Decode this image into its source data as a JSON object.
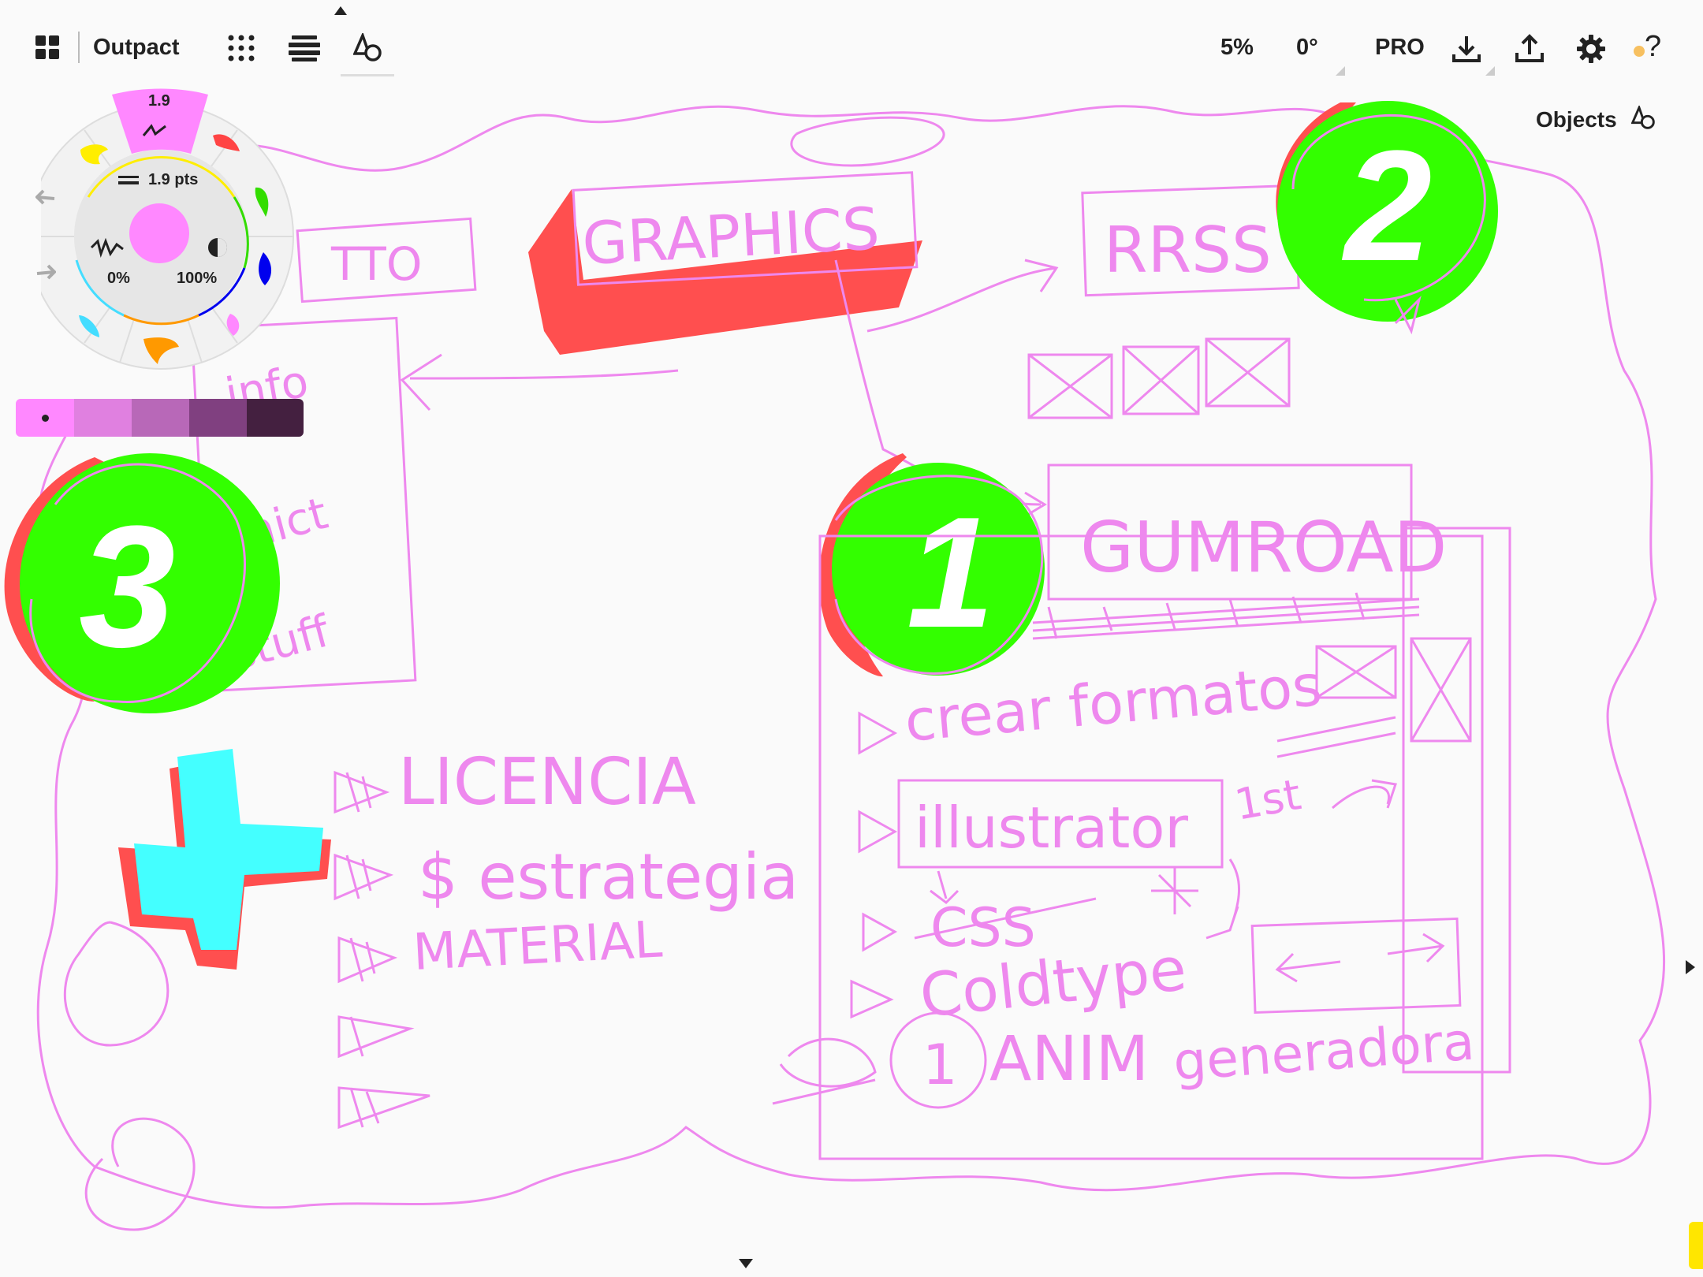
{
  "app": {
    "name": "Outpact"
  },
  "toolbar": {
    "zoom": "5%",
    "rotation": "0°",
    "pro_label": "PRO",
    "help_glyph": "?",
    "icons": [
      "gallery-icon",
      "grid-icon",
      "layers-icon",
      "objects-shapes-icon",
      "download-icon",
      "share-icon",
      "settings-icon",
      "help-icon"
    ]
  },
  "objects_panel": {
    "label": "Objects"
  },
  "brush_wheel": {
    "size_value": "1.9",
    "size_pts": "1.9 pts",
    "smoothing": "0%",
    "opacity": "100%",
    "active_color": "#ff88ff",
    "palette_colors": [
      "#ffee00",
      "#ff4444",
      "#33dd00",
      "#0000ee",
      "#ff88ff",
      "#ff9900",
      "#44ddff"
    ]
  },
  "palette_strip": {
    "colors": [
      "#ff88ff",
      "#e080e0",
      "#b868b8",
      "#804080",
      "#442040"
    ],
    "selected_index": 0
  },
  "canvas_text": {
    "graphics": "GRAPHICS",
    "rrss": "RRSS",
    "info": "info",
    "mict": "mict",
    "stuff": "stuff",
    "gumroad": "GUMROAD",
    "crear_formatos": "crear formatos",
    "illustrator": "illustrator",
    "ast": "1st",
    "css": "CSS",
    "coldtype": "Coldtype",
    "anim": "ANIM",
    "generadora": "generadora",
    "licencia": "LICENCIA",
    "estrategia": "$ estrategia",
    "material": "MATERIAL",
    "tto": "TTO",
    "num1": "1",
    "num2": "2",
    "num3": "3"
  }
}
